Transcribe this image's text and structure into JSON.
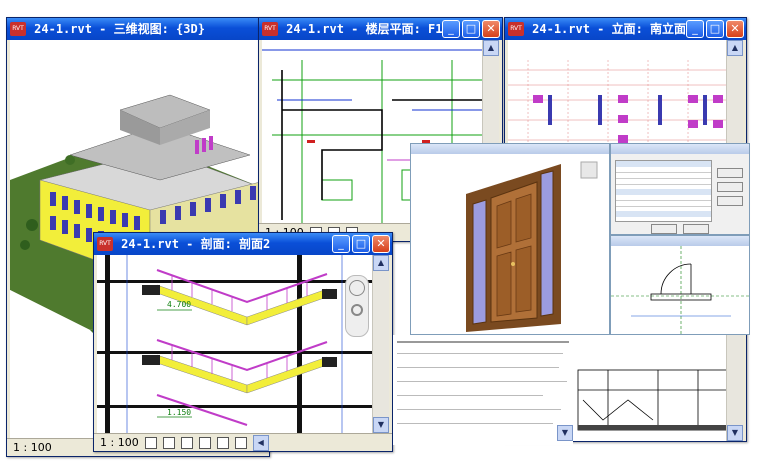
{
  "windows": {
    "view3d": {
      "title": "24-1.rvt - 三维视图: {3D}",
      "scale": "1 : 100"
    },
    "floorplan": {
      "title": "24-1.rvt - 楼层平面: F1",
      "scale": "1 : 100"
    },
    "elevation": {
      "title": "24-1.rvt - 立面: 南立面"
    },
    "section": {
      "title": "24-1.rvt - 剖面: 剖面2",
      "scale": "1 : 100"
    }
  },
  "labels": {
    "rvt_badge": "RVT",
    "dim_top": "4.700",
    "dim_bottom": "1.150"
  },
  "colors": {
    "title_blue": "#0a4fd8",
    "stair_yellow": "#f2ee3a",
    "stair_magenta": "#c03cc8",
    "door_wood": "#8b5a2b",
    "grass": "#4f7a2e"
  }
}
